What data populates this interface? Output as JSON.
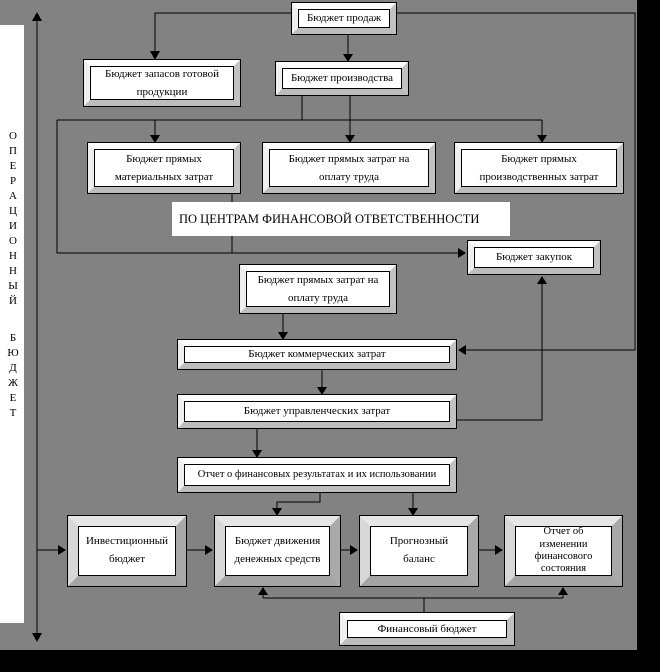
{
  "diagram": {
    "colors": {
      "background_gray": "#828282",
      "page_black": "#000000",
      "box_fill": "#ffffff",
      "line_color": "#000000"
    },
    "side_label": {
      "full": "ОПЕРАЦИОННЫЙ БЮДЖЕТ",
      "word1": "ОПЕРАЦИОННЫЙ",
      "word2": "БЮДЖЕТ"
    },
    "section_label": "ПО ЦЕНТРАМ ФИНАНСОВОЙ ОТВЕТСТВЕННОСТИ",
    "boxes": {
      "sales": "Бюджет продаж",
      "finished_goods": "Бюджет запасов готовой продукции",
      "production": "Бюджет производства",
      "direct_materials": "Бюджет прямых материальных затрат",
      "direct_labor_top": "Бюджет прямых затрат на оплату труда",
      "direct_overhead": "Бюджет прямых производственных затрат",
      "purchases": "Бюджет закупок",
      "direct_labor_mid": "Бюджет прямых затрат на оплату труда",
      "commercial": "Бюджет коммерческих затрат",
      "administrative": "Бюджет управленческих затрат",
      "income_statement": "Отчет о финансовых результатах и их использовании",
      "investment": "Инвестиционный бюджет",
      "cash_flow": "Бюджет движения денежных средств",
      "forecast_balance": "Прогнозный баланс",
      "financial_state_change": "Отчет об изменении финансового состояния",
      "financial_budget": "Финансовый бюджет"
    }
  }
}
